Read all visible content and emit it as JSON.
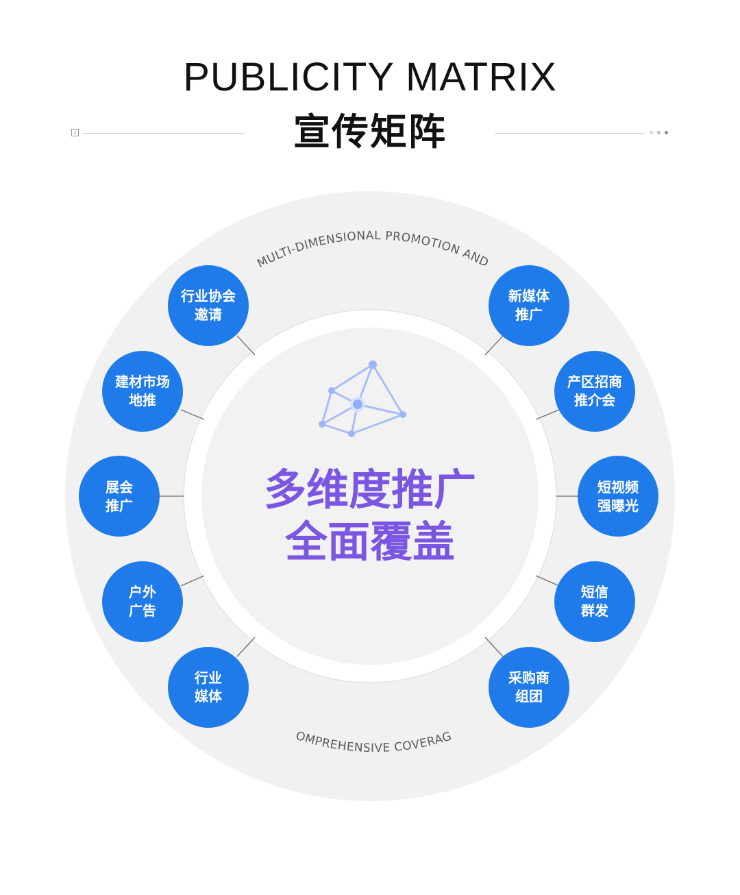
{
  "header": {
    "title_en": "PUBLICITY MATRIX",
    "title_cn": "宣传矩阵"
  },
  "ring_text": {
    "top": "MULTI-DIMENSIONAL PROMOTION AND",
    "bottom": "COMPREHENSIVE COVERAGE"
  },
  "center": {
    "line1": "多维度推广",
    "line2": "全面覆盖"
  },
  "nodes": {
    "left": [
      {
        "line1": "行业协会",
        "line2": "邀请"
      },
      {
        "line1": "建材市场",
        "line2": "地推"
      },
      {
        "line1": "展会",
        "line2": "推广"
      },
      {
        "line1": "户外",
        "line2": "广告"
      },
      {
        "line1": "行业",
        "line2": "媒体"
      }
    ],
    "right": [
      {
        "line1": "新媒体",
        "line2": "推广"
      },
      {
        "line1": "产区招商",
        "line2": "推介会"
      },
      {
        "line1": "短视频",
        "line2": "强曝光"
      },
      {
        "line1": "短信",
        "line2": "群发"
      },
      {
        "line1": "采购商",
        "line2": "组团"
      }
    ]
  },
  "colors": {
    "node_blue": "#1f7bea",
    "center_purple": "#7a56e2",
    "ring_gray": "#f0f0f0",
    "network_blue": "#9cb6f5"
  },
  "icons": {
    "center_graphic": "network-graph-icon",
    "header_left": "download-box-icon",
    "header_right": "three-dots-icon"
  }
}
